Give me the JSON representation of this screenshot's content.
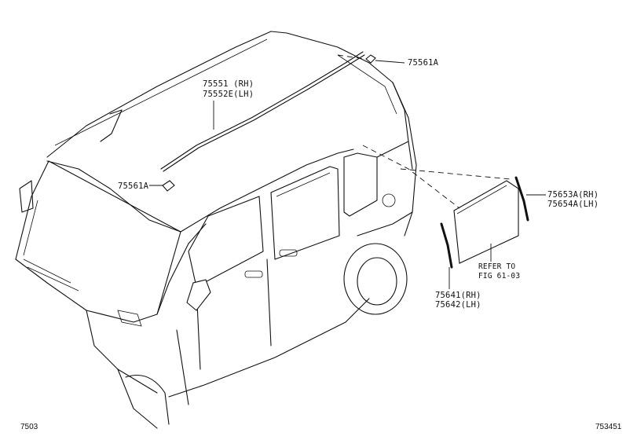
{
  "diagram": {
    "callouts": {
      "clip_top": "75561A",
      "molding_rh": "75551 (RH)",
      "molding_lh": "75552E(LH)",
      "clip_left": "75561A",
      "garnish_rh": "75653A(RH)",
      "garnish_lh": "75654A(LH)",
      "refer_line1": "REFER TO",
      "refer_line2": "FIG 61-03",
      "pillar_rh": "75641(RH)",
      "pillar_lh": "75642(LH)"
    },
    "footer": {
      "left_code": "7503",
      "right_code": "753451"
    }
  }
}
